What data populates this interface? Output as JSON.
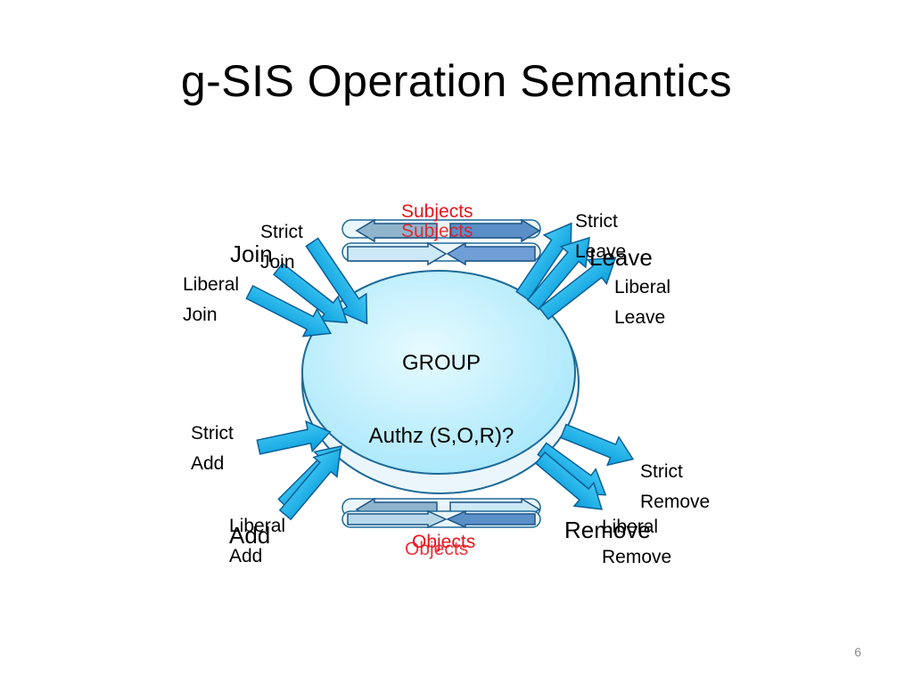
{
  "slide": {
    "title": "g-SIS Operation Semantics",
    "number": "6"
  },
  "group": {
    "label": "GROUP",
    "authz": "Authz (S,O,R)?"
  },
  "loops": {
    "subjects": "Subjects",
    "objects": "Objects"
  },
  "operations": {
    "join": "Join",
    "strict_join": "Strict\nJoin",
    "liberal_join": "Liberal\nJoin",
    "leave": "Leave",
    "strict_leave": "Strict\nLeave",
    "liberal_leave": "Liberal\nLeave",
    "add": "Add",
    "strict_add": "Strict\nAdd",
    "liberal_add": "Liberal\nAdd",
    "remove": "Remove",
    "strict_remove": "Strict\nRemove",
    "liberal_remove": "Liberal\nRemove"
  },
  "colors": {
    "arrow_fill": "#1ab0ec",
    "arrow_stroke": "#0a5f96",
    "group_fill": "#c9f1fc",
    "group_stroke": "#1d6a99",
    "label_red": "#e8141b"
  }
}
